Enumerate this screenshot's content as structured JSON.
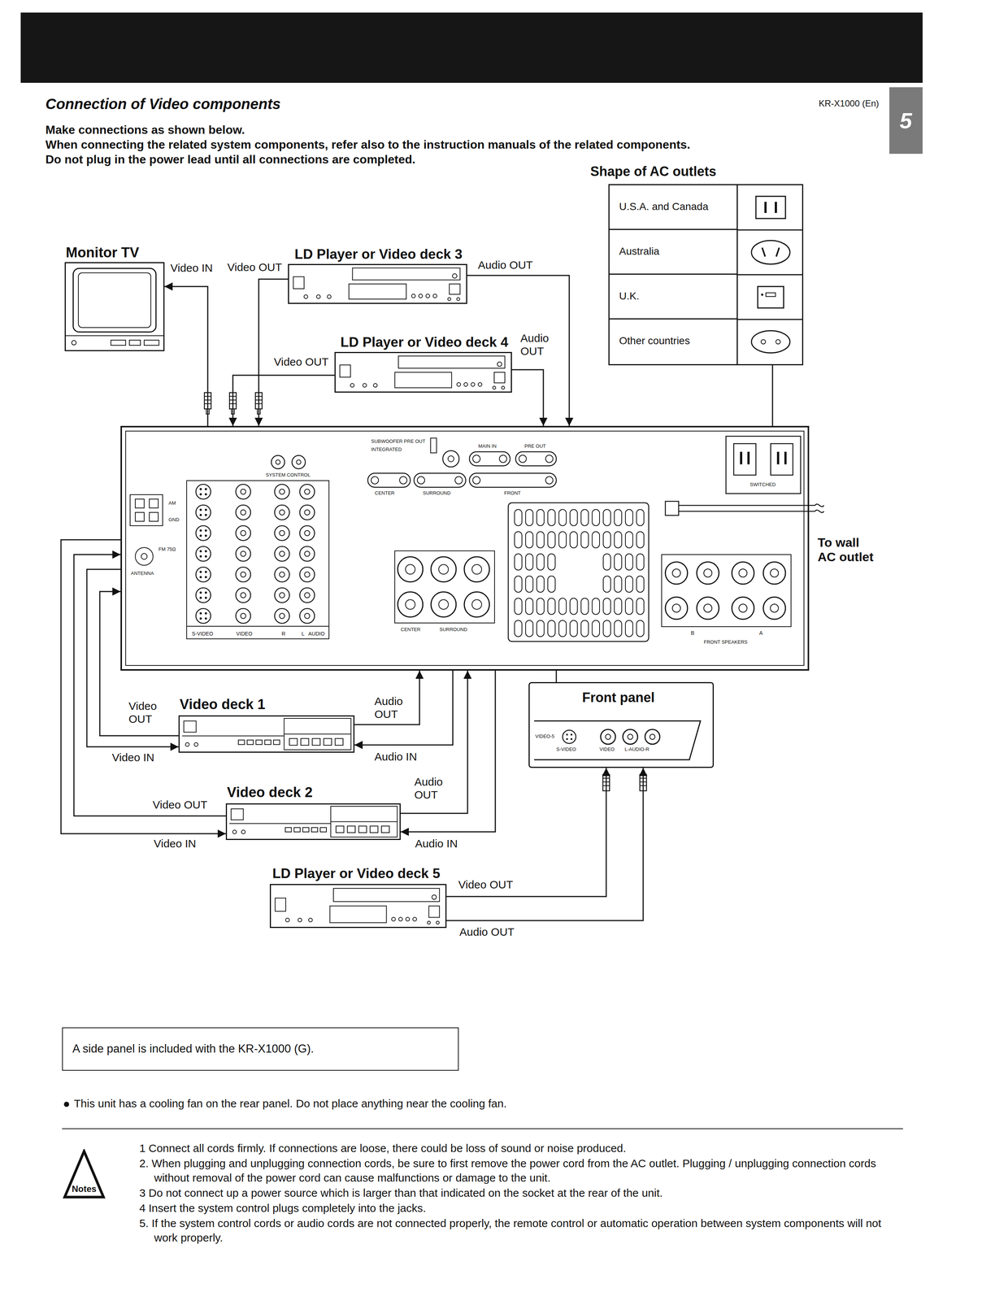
{
  "diagram": {
    "title": "Connection of Video components",
    "nodes": [
      {
        "text": [
          "Monitor TV"
        ]
      },
      {
        "text": [
          "LD Player or Video deck 3"
        ]
      },
      {
        "text": [
          "LD Player or Video deck 4"
        ]
      },
      {
        "text": [
          "Shape of AC outlets"
        ]
      },
      {
        "text": [
          "U.S.A. and Canada"
        ],
        "in": 3
      },
      {
        "text": [
          "Australia"
        ],
        "in": 3
      },
      {
        "text": [
          "U.K."
        ],
        "in": 3
      },
      {
        "text": [
          "Other countries"
        ],
        "in": 3
      },
      {
        "text": [
          "SYSTEM CONTROL",
          "SUBWOOFER PRE OUT",
          "INTEGRATED",
          "MAIN IN",
          "PRE OUT",
          "CENTER",
          "SURROUND",
          "FRONT",
          "SWITCHED",
          "AM",
          "GND",
          "FM 75Ω",
          "ANTENNA",
          "CENTER",
          "SURROUND",
          "B",
          "A",
          "FRONT SPEAKERS",
          "S-VIDEO",
          "VIDEO",
          "R",
          "L",
          "AUDIO"
        ]
      },
      {
        "text": [
          "Video deck 1"
        ]
      },
      {
        "text": [
          "Video deck 2"
        ]
      },
      {
        "text": [
          "Front panel",
          "VIDEO-5",
          "S-VIDEO",
          "VIDEO",
          "L-AUDIO-R"
        ]
      },
      {
        "text": [
          "LD Player or Video deck 5"
        ]
      },
      {
        "text": [
          "A side panel is included with the KR-X1000 (G)."
        ]
      },
      {
        "text": [
          "Notes"
        ]
      }
    ],
    "edges": [
      {
        "from": 8,
        "to": 0,
        "arrow": "to",
        "label": "Video IN"
      },
      {
        "from": 1,
        "to": 8,
        "arrow": "to",
        "label": "Video OUT"
      },
      {
        "from": 1,
        "to": 8,
        "arrow": "to",
        "label": "Audio OUT"
      },
      {
        "from": 2,
        "to": 8,
        "arrow": "to",
        "label": "Video OUT"
      },
      {
        "from": 2,
        "to": 8,
        "arrow": "to",
        "label": "Audio OUT"
      },
      {
        "from": 9,
        "to": 8,
        "arrow": "to",
        "label": "Video OUT"
      },
      {
        "from": 8,
        "to": 9,
        "arrow": "to",
        "label": "Video IN"
      },
      {
        "from": 9,
        "to": 8,
        "arrow": "to",
        "label": "Audio OUT"
      },
      {
        "from": 8,
        "to": 9,
        "arrow": "to",
        "label": "Audio IN"
      },
      {
        "from": 10,
        "to": 8,
        "arrow": "to",
        "label": "Video OUT"
      },
      {
        "from": 8,
        "to": 10,
        "arrow": "to",
        "label": "Video IN"
      },
      {
        "from": 10,
        "to": 8,
        "arrow": "to",
        "label": "Audio OUT"
      },
      {
        "from": 8,
        "to": 10,
        "arrow": "to",
        "label": "Audio IN"
      },
      {
        "from": 12,
        "to": 11,
        "arrow": "to",
        "label": "Video OUT"
      },
      {
        "from": 12,
        "to": 11,
        "arrow": "to",
        "label": "Audio OUT"
      },
      {
        "from": 3,
        "to": 8,
        "arrow": "none"
      },
      {
        "from": 11,
        "to": 8,
        "arrow": "none"
      }
    ],
    "labels": [
      "KR-X1000 (En)",
      "5",
      "Make connections as shown below.",
      "When connecting the related system components, refer also to the instruction manuals of the related components.",
      "Do not plug in the power lead until all connections are completed.",
      "To wall AC outlet",
      "This unit has a cooling fan on the rear panel. Do not place anything near the cooling fan.",
      "1 Connect all cords firmly. If connections are loose, there could be loss of sound or noise produced.",
      "2. When plugging and unplugging connection cords, be sure to first remove the power cord from the AC outlet. Plugging / unplugging connection cords without removal of the power cord can cause malfunctions or damage to the unit.",
      "3 Do not connect up a power source which is larger than that indicated on the socket at the rear of the unit.",
      "4 Insert the system control plugs completely into the jacks.",
      "5. If the system control cords or audio cords are not connected properly, the remote control or automatic operation between system components will not work properly."
    ]
  }
}
